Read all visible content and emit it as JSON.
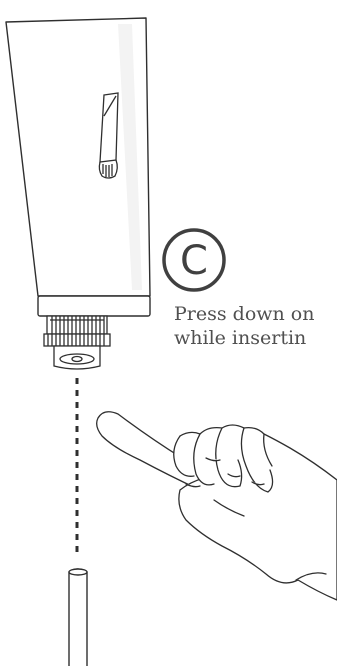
{
  "step": {
    "letter": "C",
    "caption_line1": "Press down on",
    "caption_line2": "while insertin"
  },
  "colors": {
    "outline": "#2f2f2f",
    "text": "#505050",
    "shade": "#eeeeee"
  }
}
